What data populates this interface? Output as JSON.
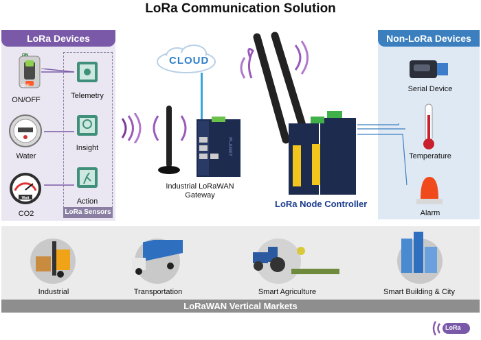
{
  "title": "LoRa Communication Solution",
  "left_panel": {
    "header": "LoRa Devices",
    "devices": [
      "ON/OFF",
      "Water",
      "CO2"
    ],
    "switch_on": "ON",
    "switch_off": "OFF",
    "meter_label": "Watt",
    "sensors": [
      "Telemetry",
      "Insight",
      "Action"
    ],
    "sensors_label": "LoRa Sensors"
  },
  "center": {
    "cloud": "CLOUD",
    "gateway_line1": "Industrial LoRaWAN",
    "gateway_line2": "Gateway",
    "node_label": "LoRa Node Controller",
    "brand": "PLANET"
  },
  "right_panel": {
    "header": "Non-LoRa Devices",
    "devices": [
      "Serial Device",
      "Temperature",
      "Alarm"
    ]
  },
  "bottom": {
    "markets": [
      "Industrial",
      "Transportation",
      "Smart Agriculture",
      "Smart Building & City"
    ],
    "bar_label": "LoRaWAN Vertical Markets"
  },
  "logo": "LoRa",
  "colors": {
    "lora_purple": "#7a5aa8",
    "non_lora_blue": "#3b7fbf",
    "node_label": "#1b3c8c",
    "cloud_blue": "#2f7fc7"
  }
}
